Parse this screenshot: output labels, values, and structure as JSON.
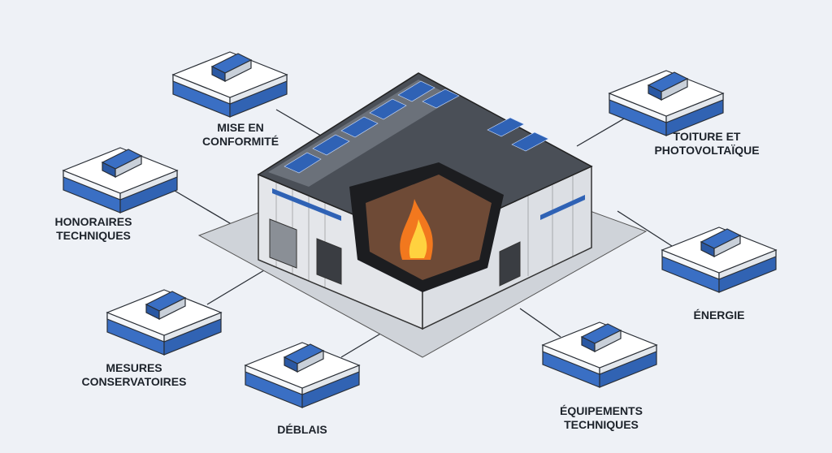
{
  "title": "Sinistre incendie bâtiment industriel",
  "colors": {
    "background": "#eef1f6",
    "accent": "#3a6fc4",
    "fire": "#f2781e",
    "roof": "#2f3338"
  },
  "categories": [
    {
      "id": "mise-en-conformite",
      "line1": "MISE EN",
      "line2": "CONFORMITÉ",
      "icon": "document-icon"
    },
    {
      "id": "honoraires-techniques",
      "line1": "HONORAIRES",
      "line2": "TECHNIQUES",
      "icon": "hard-hat-icon"
    },
    {
      "id": "mesures-conservatoires",
      "line1": "MESURES",
      "line2": "CONSERVATOIRES",
      "icon": "tarp-shelter-icon"
    },
    {
      "id": "deblais",
      "line1": "DÉBLAIS",
      "line2": "",
      "icon": "dump-truck-icon"
    },
    {
      "id": "equipements-techniques",
      "line1": "ÉQUIPEMENTS",
      "line2": "TECHNIQUES",
      "icon": "hvac-unit-icon"
    },
    {
      "id": "energie",
      "line1": "ÉNERGIE",
      "line2": "",
      "icon": "power-pylon-icon"
    },
    {
      "id": "toiture-photovoltaique",
      "line1": "TOITURE ET",
      "line2": "PHOTOVOLTAÏQUE",
      "icon": "solar-panel-icon"
    }
  ]
}
